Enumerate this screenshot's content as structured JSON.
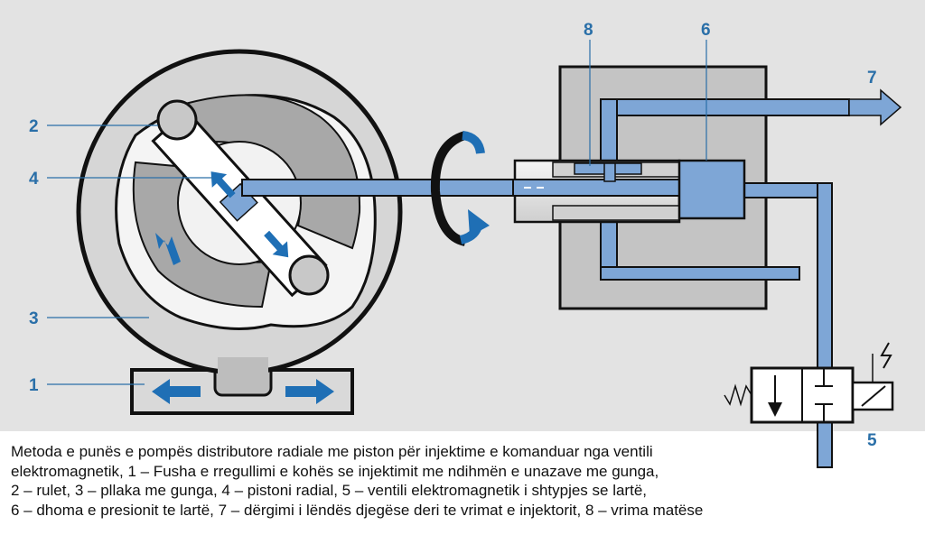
{
  "labels": {
    "l1": "1",
    "l2": "2",
    "l3": "3",
    "l4": "4",
    "l5": "5",
    "l6": "6",
    "l7": "7",
    "l8": "8"
  },
  "caption": {
    "line1": "Metoda e punës e pompës distributore radiale me piston për injektime e komanduar nga ventili",
    "line2": "elektromagnetik, 1 – Fusha e rregullimi e kohës se injektimit me ndihmën e unazave me gunga,",
    "line3": "2 – rulet, 3 – pllaka me gunga, 4 – pistoni radial, 5 – ventili elektromagnetik i shtypjes se lartë,",
    "line4": "6 – dhoma e presionit te lartë, 7 – dërgimi i lëndës djegëse deri te vrimat e injektorit, 8 – vrima matëse"
  },
  "colors": {
    "background": "#e3e3e3",
    "fuel_blue": "#7ea6d6",
    "arrow_blue": "#1f6fb5",
    "label_blue": "#2a6fa8"
  }
}
